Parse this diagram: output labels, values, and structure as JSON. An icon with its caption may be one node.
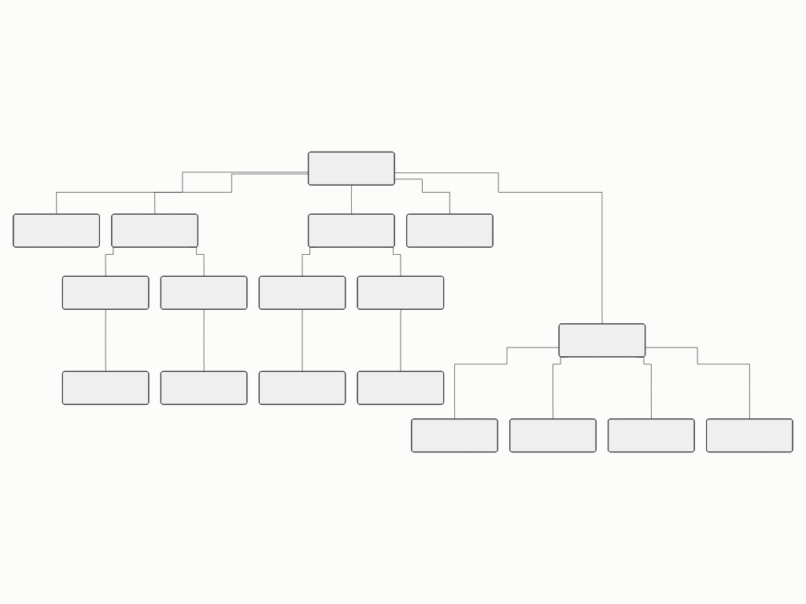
{
  "diagram": {
    "nodes": [
      {
        "text": [],
        "shape": "box"
      },
      {
        "text": [],
        "shape": "box"
      },
      {
        "text": [],
        "shape": "box"
      },
      {
        "text": [],
        "shape": "box"
      },
      {
        "text": [],
        "shape": "box"
      },
      {
        "text": [],
        "shape": "box"
      },
      {
        "text": [],
        "shape": "box"
      },
      {
        "text": [],
        "shape": "box"
      },
      {
        "text": [],
        "shape": "box"
      },
      {
        "text": [],
        "shape": "box"
      },
      {
        "text": [],
        "shape": "box"
      },
      {
        "text": [],
        "shape": "box"
      },
      {
        "text": [],
        "shape": "box"
      },
      {
        "text": [],
        "shape": "box"
      },
      {
        "text": [],
        "shape": "box"
      },
      {
        "text": [],
        "shape": "box"
      },
      {
        "text": [],
        "shape": "box"
      },
      {
        "text": [],
        "shape": "box"
      }
    ],
    "edges": [
      {
        "from": 0,
        "to": 1,
        "arrow": "none"
      },
      {
        "from": 0,
        "to": 2,
        "arrow": "none"
      },
      {
        "from": 0,
        "to": 3,
        "arrow": "none"
      },
      {
        "from": 0,
        "to": 4,
        "arrow": "none"
      },
      {
        "from": 0,
        "to": 13,
        "arrow": "none"
      },
      {
        "from": 2,
        "to": 5,
        "arrow": "none"
      },
      {
        "from": 2,
        "to": 6,
        "arrow": "none"
      },
      {
        "from": 3,
        "to": 7,
        "arrow": "none"
      },
      {
        "from": 3,
        "to": 8,
        "arrow": "none"
      },
      {
        "from": 5,
        "to": 9,
        "arrow": "none"
      },
      {
        "from": 6,
        "to": 10,
        "arrow": "none"
      },
      {
        "from": 7,
        "to": 11,
        "arrow": "none"
      },
      {
        "from": 8,
        "to": 12,
        "arrow": "none"
      },
      {
        "from": 13,
        "to": 14,
        "arrow": "none"
      },
      {
        "from": 13,
        "to": 15,
        "arrow": "none"
      },
      {
        "from": 13,
        "to": 16,
        "arrow": "none"
      },
      {
        "from": 13,
        "to": 17,
        "arrow": "none"
      }
    ]
  }
}
